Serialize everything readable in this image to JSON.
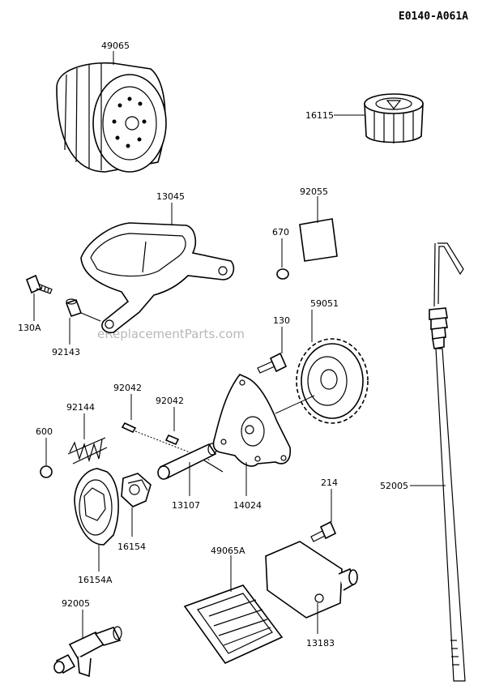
{
  "drawing_code": "E0140-A061A",
  "watermark": "eReplacementParts.com",
  "parts": [
    {
      "id": "oil-filter",
      "number": "49065"
    },
    {
      "id": "oil-filler-cap",
      "number": "16115"
    },
    {
      "id": "oil-pan",
      "number": "13045"
    },
    {
      "id": "gasket",
      "number": "92055"
    },
    {
      "id": "o-ring",
      "number": "670"
    },
    {
      "id": "bolt-130a",
      "number": "130A"
    },
    {
      "id": "collar",
      "number": "92143"
    },
    {
      "id": "bolt-130",
      "number": "130"
    },
    {
      "id": "gear",
      "number": "59051"
    },
    {
      "id": "pin-left",
      "number": "92042"
    },
    {
      "id": "pin-right",
      "number": "92042"
    },
    {
      "id": "spring",
      "number": "92144"
    },
    {
      "id": "ball",
      "number": "600"
    },
    {
      "id": "shaft",
      "number": "13107"
    },
    {
      "id": "pump-cover",
      "number": "14024"
    },
    {
      "id": "inner-rotor",
      "number": "16154"
    },
    {
      "id": "outer-rotor",
      "number": "16154A"
    },
    {
      "id": "fitting",
      "number": "92005"
    },
    {
      "id": "screen",
      "number": "49065A"
    },
    {
      "id": "bolt-214",
      "number": "214"
    },
    {
      "id": "plate",
      "number": "13183"
    },
    {
      "id": "dipstick",
      "number": "52005"
    }
  ]
}
